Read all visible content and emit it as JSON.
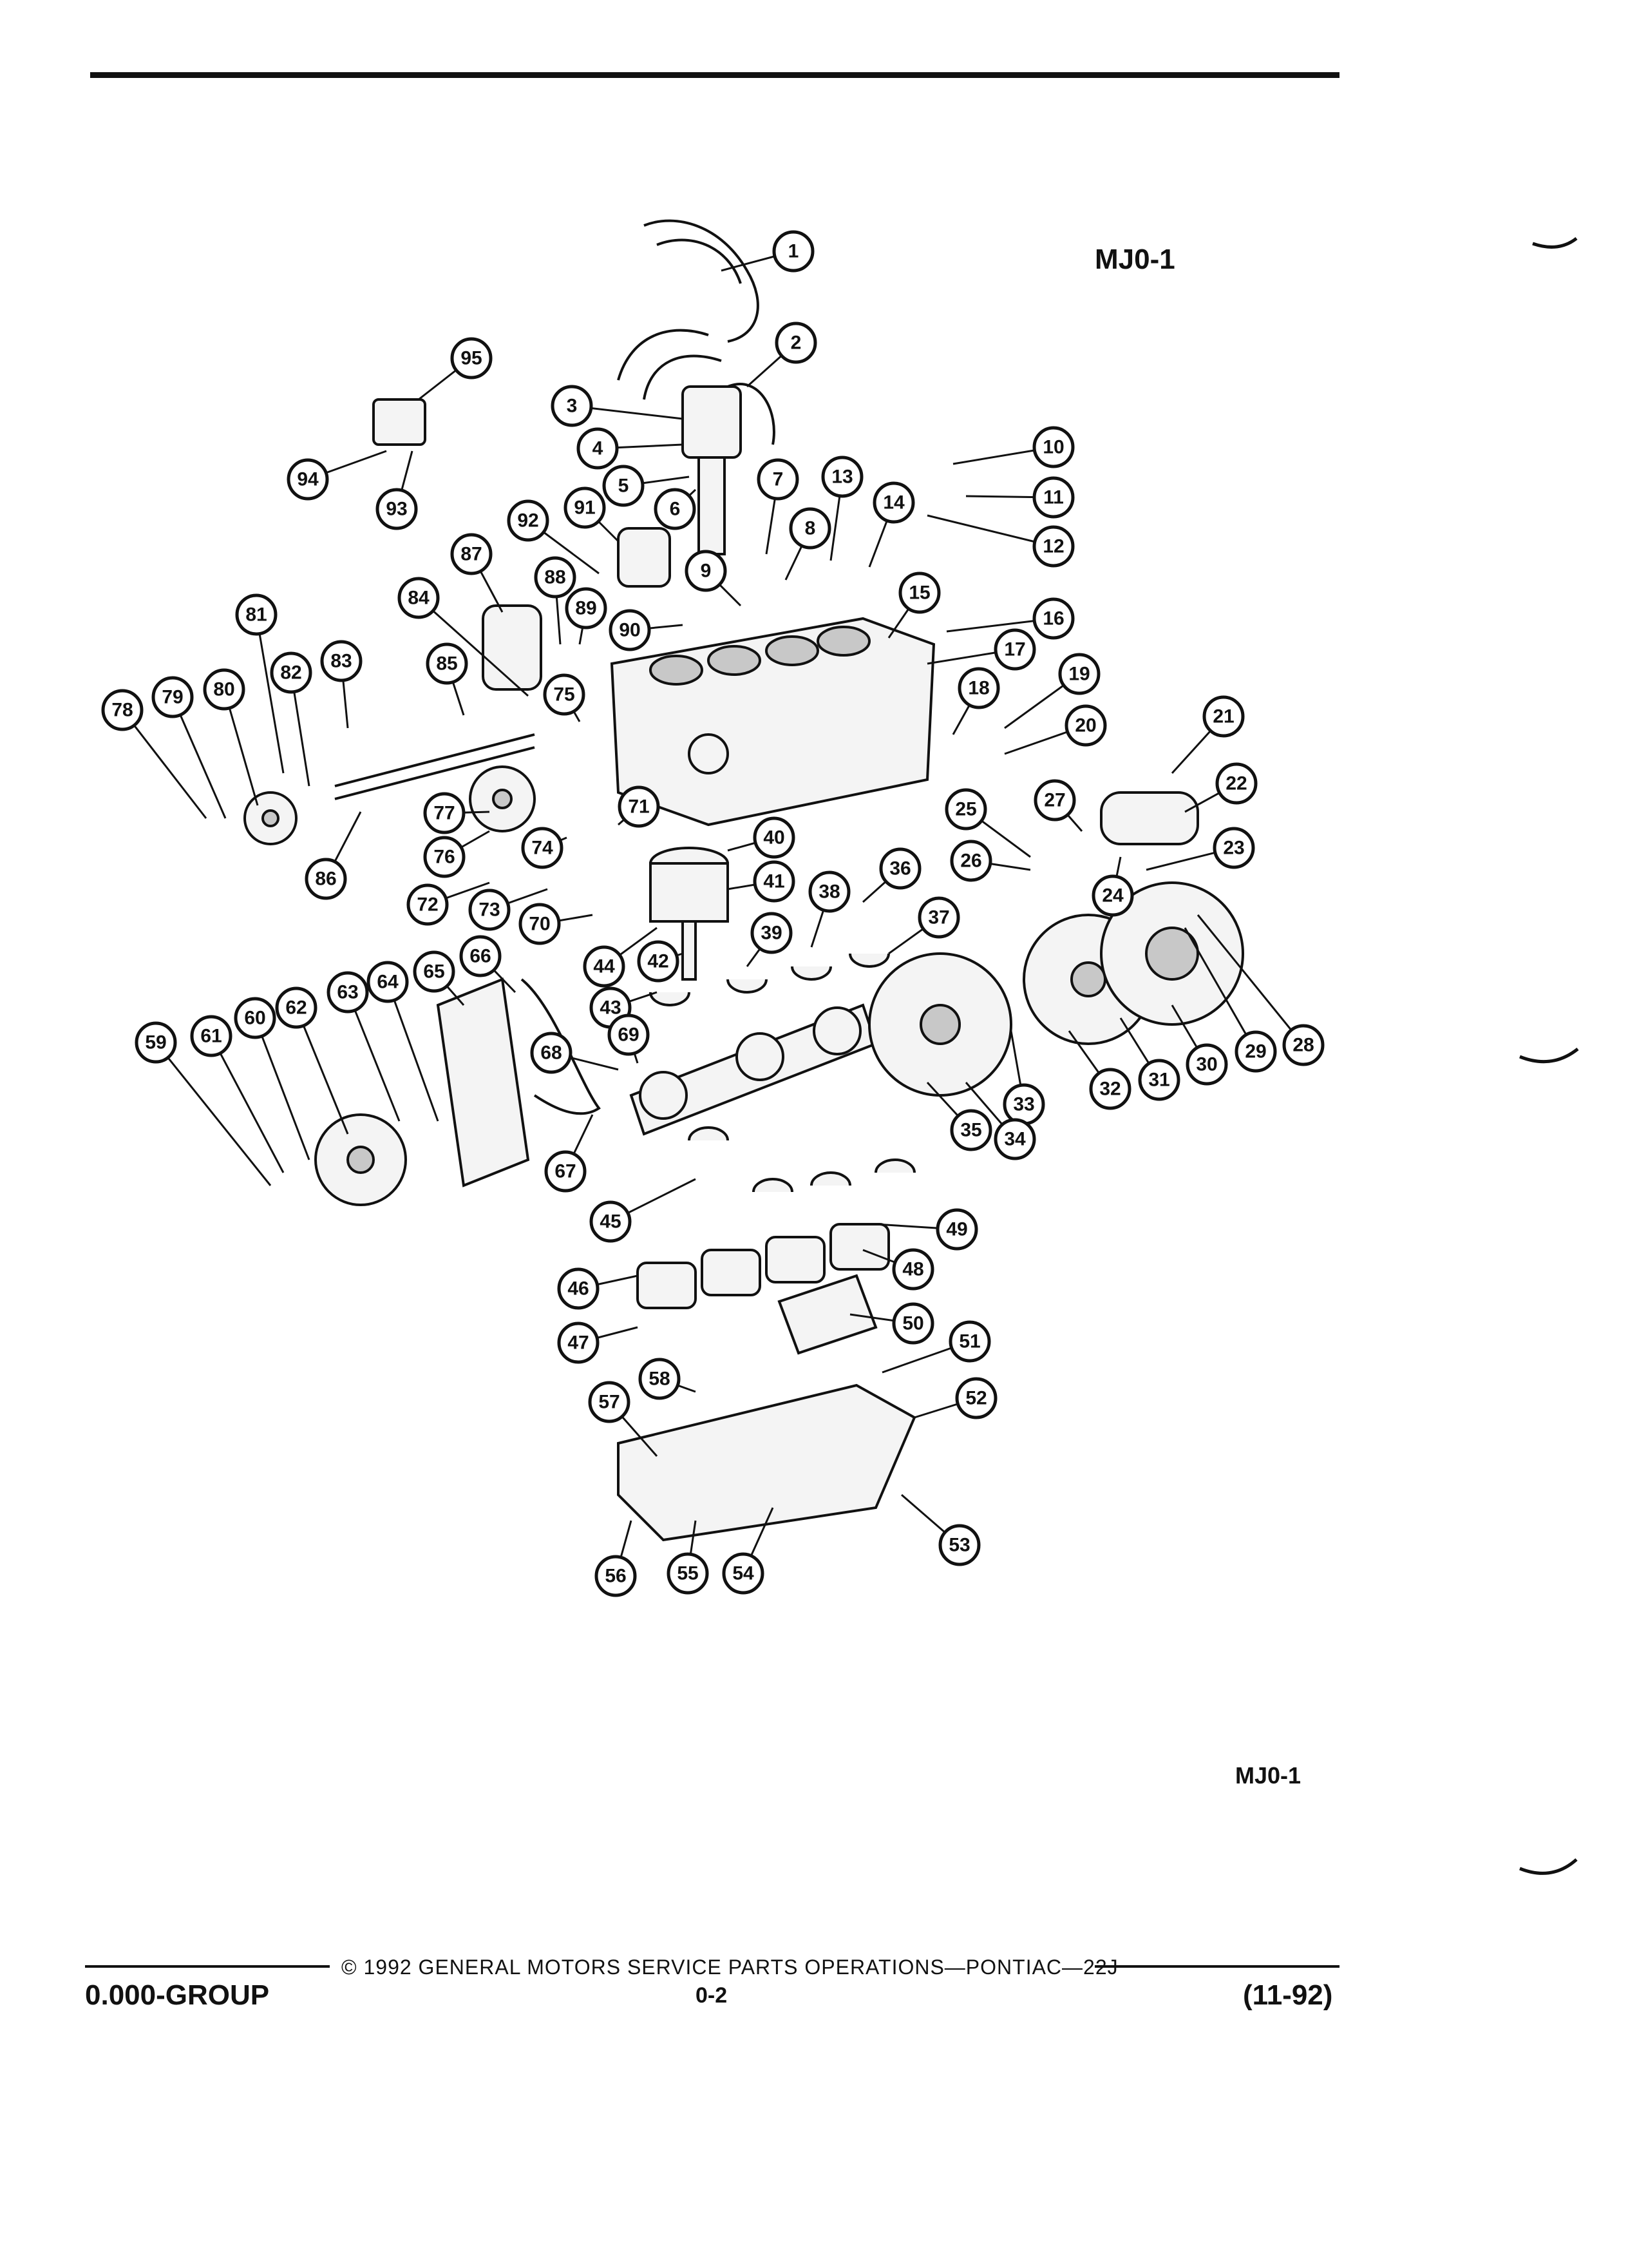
{
  "header": {
    "code_top": "MJ0-1",
    "code_bottom": "MJ0-1"
  },
  "callouts": [
    "1",
    "2",
    "3",
    "4",
    "5",
    "6",
    "7",
    "8",
    "9",
    "10",
    "11",
    "12",
    "13",
    "14",
    "15",
    "16",
    "17",
    "18",
    "19",
    "20",
    "21",
    "22",
    "23",
    "24",
    "25",
    "26",
    "27",
    "28",
    "29",
    "30",
    "31",
    "32",
    "33",
    "34",
    "35",
    "36",
    "37",
    "38",
    "39",
    "40",
    "41",
    "42",
    "43",
    "44",
    "45",
    "46",
    "47",
    "48",
    "49",
    "50",
    "51",
    "52",
    "53",
    "54",
    "55",
    "56",
    "57",
    "58",
    "59",
    "60",
    "61",
    "62",
    "63",
    "64",
    "65",
    "66",
    "67",
    "68",
    "69",
    "70",
    "71",
    "72",
    "73",
    "74",
    "75",
    "76",
    "77",
    "78",
    "79",
    "80",
    "81",
    "82",
    "83",
    "84",
    "85",
    "86",
    "87",
    "88",
    "89",
    "90",
    "91",
    "92",
    "93",
    "94",
    "95"
  ],
  "footer": {
    "copyright": "© 1992 GENERAL MOTORS SERVICE PARTS OPERATIONS—PONTIAC—22J",
    "group": "0.000-GROUP",
    "page": "0-2",
    "date": "(11-92)"
  }
}
